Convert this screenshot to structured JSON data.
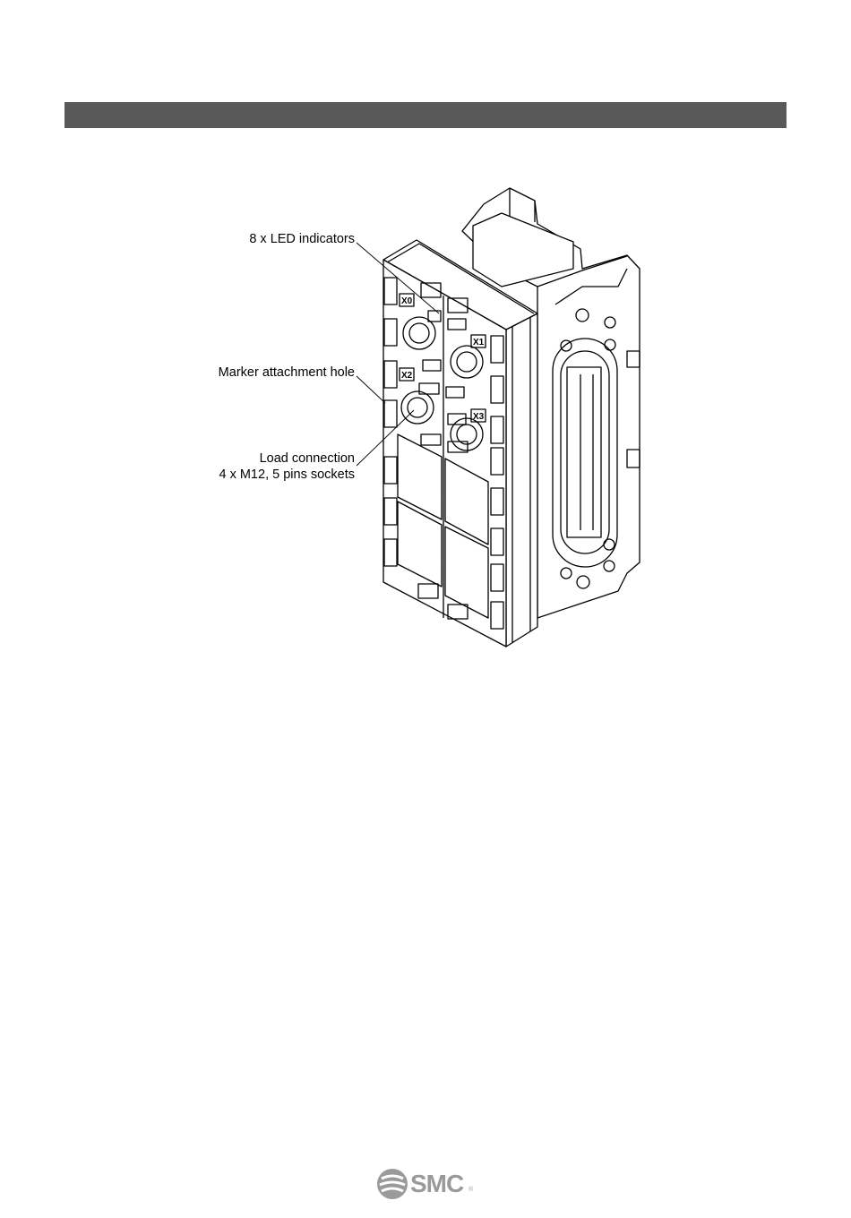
{
  "callouts": {
    "led": "8 x LED indicators",
    "marker": "Marker attachment hole",
    "load_line1": "Load connection",
    "load_line2": "4 x M12, 5 pins sockets"
  },
  "port_labels": {
    "x0": "X0",
    "x1": "X1",
    "x2": "X2",
    "x3": "X3"
  },
  "logo": {
    "text": "SMC",
    "registered": "®"
  },
  "colors": {
    "header_bar": "#595959",
    "logo": "#9a9a9a"
  }
}
